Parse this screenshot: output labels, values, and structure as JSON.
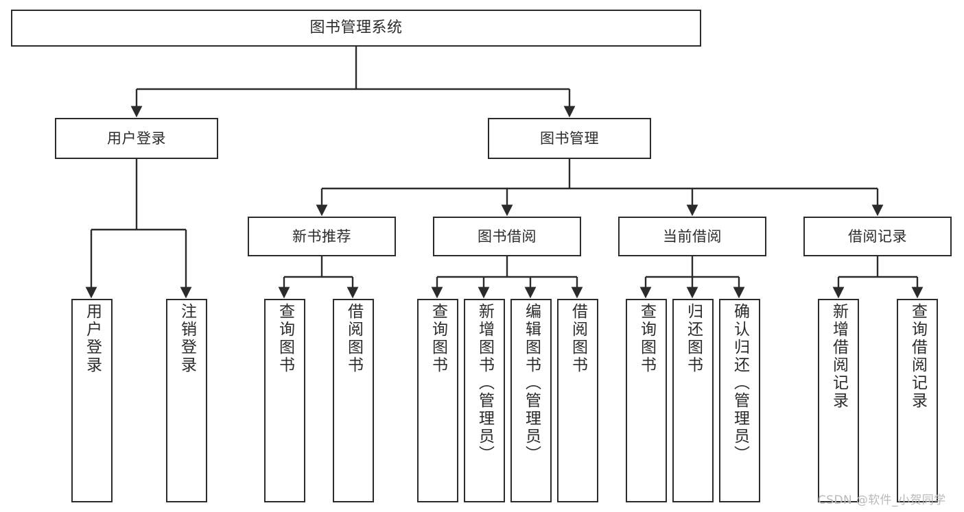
{
  "diagram": {
    "title": "图书管理系统",
    "type": "tree",
    "colors": {
      "stroke": "#2b2b2b",
      "fill": "#ffffff",
      "background": "#ffffff",
      "watermark": "#b9b9b9"
    },
    "levels": {
      "root": {
        "label": "图书管理系统"
      },
      "level1": [
        {
          "label": "用户登录"
        },
        {
          "label": "图书管理"
        }
      ],
      "level2": [
        {
          "label": "新书推荐"
        },
        {
          "label": "图书借阅"
        },
        {
          "label": "当前借阅"
        },
        {
          "label": "借阅记录"
        }
      ],
      "leaves": [
        {
          "label": "用户登录",
          "parent": "用户登录"
        },
        {
          "label": "注销登录",
          "parent": "用户登录"
        },
        {
          "label": "查询图书",
          "parent": "新书推荐"
        },
        {
          "label": "借阅图书",
          "parent": "新书推荐"
        },
        {
          "label": "查询图书",
          "parent": "图书借阅"
        },
        {
          "label": "新增图书（管理员）",
          "parent": "图书借阅"
        },
        {
          "label": "编辑图书（管理员）",
          "parent": "图书借阅"
        },
        {
          "label": "借阅图书",
          "parent": "图书借阅"
        },
        {
          "label": "查询图书",
          "parent": "当前借阅"
        },
        {
          "label": "归还图书",
          "parent": "当前借阅"
        },
        {
          "label": "确认归还（管理员）",
          "parent": "当前借阅"
        },
        {
          "label": "新增借阅记录",
          "parent": "借阅记录"
        },
        {
          "label": "查询借阅记录",
          "parent": "借阅记录"
        }
      ]
    },
    "watermark": "CSDN @软件_小贺同学"
  }
}
